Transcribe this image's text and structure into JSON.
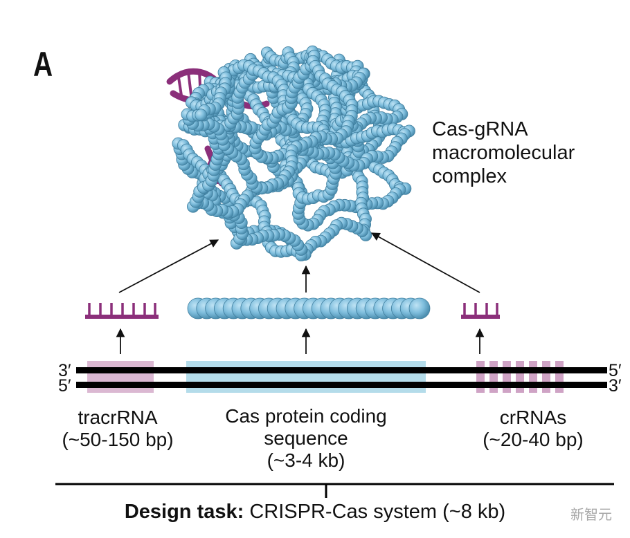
{
  "panel_label": "A",
  "complex_label": [
    "Cas-gRNA",
    "macromolecular",
    "complex"
  ],
  "strand_ends": {
    "left_top": "3′",
    "left_bottom": "5′",
    "right_top": "5′",
    "right_bottom": "3′"
  },
  "segments": [
    {
      "lines": [
        "tracrRNA",
        "(~50-150 bp)"
      ]
    },
    {
      "lines": [
        "Cas protein coding",
        "sequence",
        "(~3-4 kb)"
      ]
    },
    {
      "lines": [
        "crRNAs",
        "(~20-40 bp)"
      ]
    }
  ],
  "design_task": {
    "title": "Design task:",
    "text": " CRISPR-Cas system (~8 kb)"
  },
  "watermark": "新智元",
  "colors": {
    "rna": "#8b2f7a",
    "protein": "#7fbedd",
    "tracrrna_region": "#dbb8d2",
    "coding_region": "#b4dcea",
    "crrna_region": "#cfa3c5"
  }
}
